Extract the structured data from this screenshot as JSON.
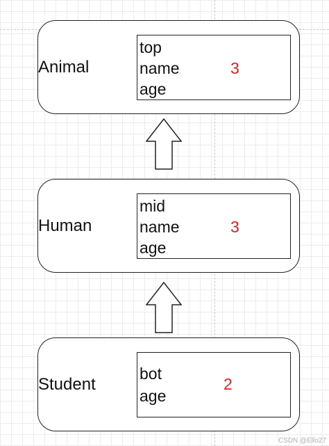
{
  "classes": [
    {
      "name": "Animal",
      "fields": [
        "top",
        "name",
        "age"
      ],
      "count": "3"
    },
    {
      "name": "Human",
      "fields": [
        "mid",
        "name",
        "age"
      ],
      "count": "3"
    },
    {
      "name": "Student",
      "fields": [
        "bot",
        "age"
      ],
      "count": "2"
    }
  ],
  "watermark": "CSDN @Ello27",
  "colors": {
    "count": "#e02020",
    "stroke": "#222222",
    "grid": "#ececec"
  }
}
